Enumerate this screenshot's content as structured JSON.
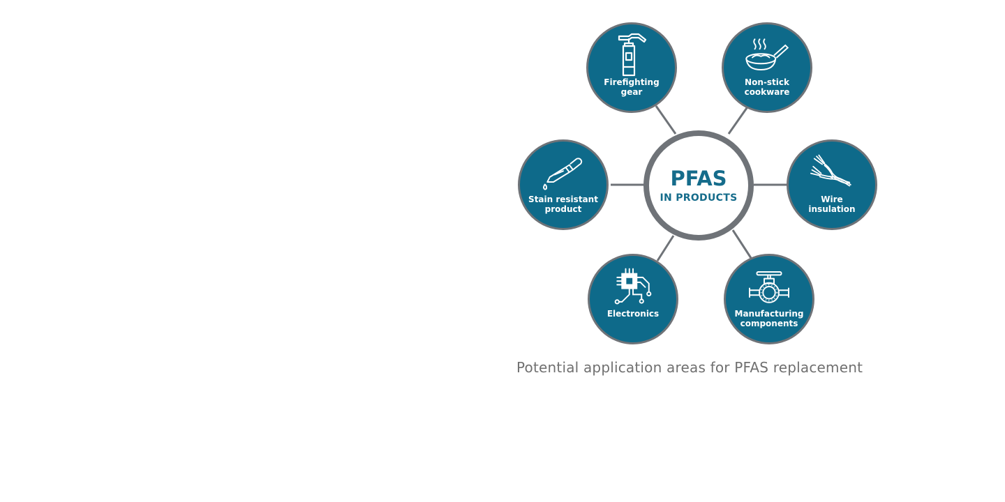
{
  "diagram": {
    "center": {
      "title": "PFAS",
      "subtitle": "IN PRODUCTS"
    },
    "nodes": [
      {
        "label": "Firefighting\ngear",
        "icon": "fire-extinguisher-icon"
      },
      {
        "label": "Non-stick\ncookware",
        "icon": "frying-pan-icon"
      },
      {
        "label": "Stain resistant\nproduct",
        "icon": "dropper-icon"
      },
      {
        "label": "Wire\ninsulation",
        "icon": "twisted-wire-icon"
      },
      {
        "label": "Electronics",
        "icon": "microchip-icon"
      },
      {
        "label": "Manufacturing\ncomponents",
        "icon": "valve-icon"
      }
    ],
    "colors": {
      "node_fill": "#0e6a8a",
      "ring": "#6f7378",
      "center_text": "#156c8b",
      "caption_text": "#707070"
    },
    "caption": "Potential application areas for PFAS replacement"
  }
}
